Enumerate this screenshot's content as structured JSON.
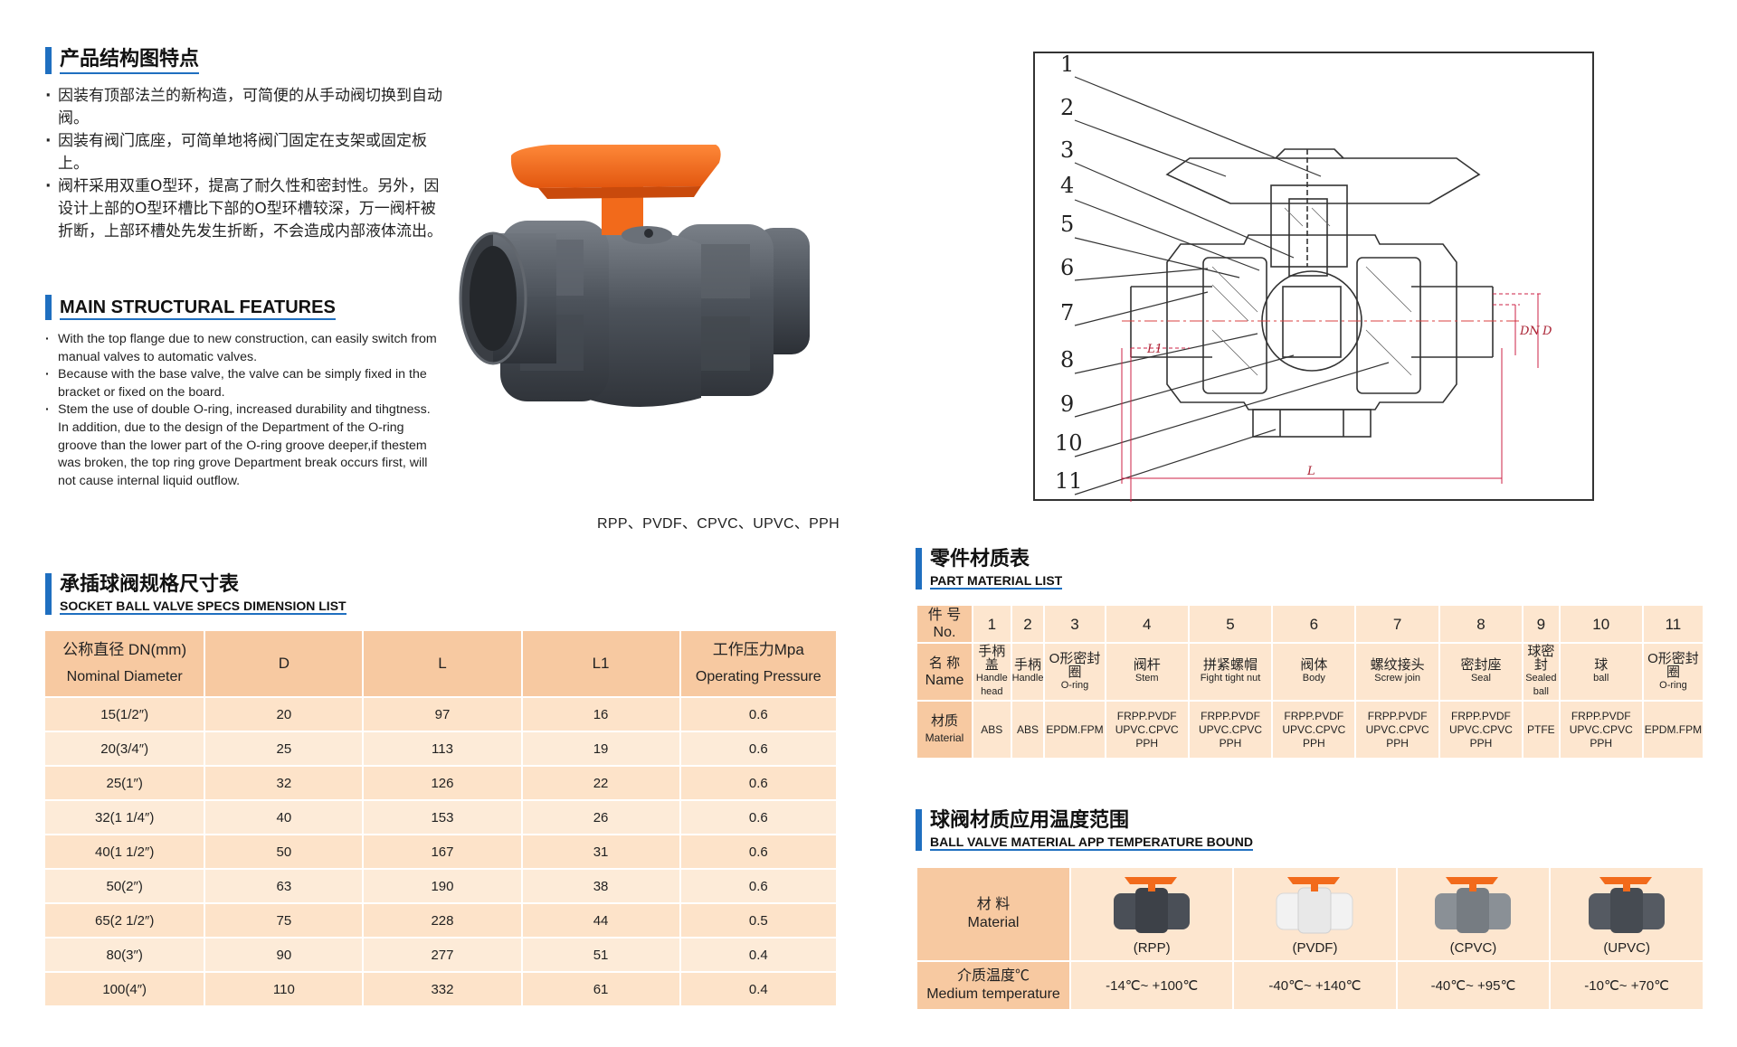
{
  "features": {
    "zh_title": "产品结构图特点",
    "zh_items": [
      "因装有顶部法兰的新构造，可简便的从手动阀切换到自动阀。",
      "因装有阀门底座，可简单地将阀门固定在支架或固定板上。",
      "阀杆采用双重O型环，提高了耐久性和密封性。另外，因设计上部的O型环槽比下部的O型环槽较深，万一阀杆被折断，上部环槽处先发生折断，不会造成内部液体流出。"
    ],
    "en_title": "MAIN STRUCTURAL FEATURES",
    "en_items": [
      "With the top flange due to new construction, can easily switch from manual valves to automatic valves.",
      "Because with the base valve, the valve can be simply fixed in the bracket or fixed on the board.",
      "Stem the use of double O-ring, increased durability and tihgtness. In addition, due to the design of the Department of the O-ring groove than the lower part of the O-ring groove deeper,if thestem was broken, the top ring grove Department break occurs first, will not cause internal liquid outflow."
    ]
  },
  "product_caption": "RPP、PVDF、CPVC、UPVC、PPH",
  "diagram": {
    "callouts": [
      "1",
      "2",
      "3",
      "4",
      "5",
      "6",
      "7",
      "8",
      "9",
      "10",
      "11"
    ],
    "dim_labels": [
      "L1",
      "DN",
      "D",
      "L"
    ]
  },
  "specs": {
    "zh_title": "承插球阀规格尺寸表",
    "en_title": "SOCKET BALL VALVE SPECS DIMENSION LIST",
    "headers": {
      "dn_zh": "公称直径 DN(mm)",
      "dn_en": "Nominal Diameter",
      "d": "D",
      "l": "L",
      "l1": "L1",
      "p_zh": "工作压力Mpa",
      "p_en": "Operating Pressure"
    },
    "rows": [
      [
        "15(1/2″)",
        "20",
        "97",
        "16",
        "0.6"
      ],
      [
        "20(3/4″)",
        "25",
        "113",
        "19",
        "0.6"
      ],
      [
        "25(1″)",
        "32",
        "126",
        "22",
        "0.6"
      ],
      [
        "32(1 1/4″)",
        "40",
        "153",
        "26",
        "0.6"
      ],
      [
        "40(1 1/2″)",
        "50",
        "167",
        "31",
        "0.6"
      ],
      [
        "50(2″)",
        "63",
        "190",
        "38",
        "0.6"
      ],
      [
        "65(2 1/2″)",
        "75",
        "228",
        "44",
        "0.5"
      ],
      [
        "80(3″)",
        "90",
        "277",
        "51",
        "0.4"
      ],
      [
        "100(4″)",
        "110",
        "332",
        "61",
        "0.4"
      ]
    ]
  },
  "parts": {
    "zh_title": "零件材质表",
    "en_title": "PART MATERIAL LIST",
    "no_label": "件 号 No.",
    "name_label_zh": "名 称",
    "name_label_en": "Name",
    "mat_label_zh": "材质",
    "mat_label_en": "Material",
    "numbers": [
      "1",
      "2",
      "3",
      "4",
      "5",
      "6",
      "7",
      "8",
      "9",
      "10",
      "11"
    ],
    "names_zh": [
      "手柄盖",
      "手柄",
      "O形密封圈",
      "阀杆",
      "拼紧螺帽",
      "阀体",
      "螺纹接头",
      "密封座",
      "球密封",
      "球",
      "O形密封圈"
    ],
    "names_en": [
      "Handle head",
      "Handle",
      "O-ring",
      "Stem",
      "Fight tight nut",
      "Body",
      "Screw join",
      "Seal",
      "Sealed ball",
      "ball",
      "O-ring"
    ],
    "materials": [
      "ABS",
      "ABS",
      "EPDM.FPM",
      "FRPP.PVDF UPVC.CPVC PPH",
      "FRPP.PVDF UPVC.CPVC PPH",
      "FRPP.PVDF UPVC.CPVC PPH",
      "FRPP.PVDF UPVC.CPVC PPH",
      "FRPP.PVDF UPVC.CPVC PPH",
      "PTFE",
      "FRPP.PVDF UPVC.CPVC PPH",
      "EPDM.FPM"
    ]
  },
  "temperature": {
    "zh_title": "球阀材质应用温度范围",
    "en_title": "BALL VALVE MATERIAL APP TEMPERATURE BOUND",
    "mat_label_zh": "材 料",
    "mat_label_en": "Material",
    "temp_label_zh": "介质温度℃",
    "temp_label_en": "Medium temperature",
    "materials": [
      {
        "label": "(RPP)",
        "range": "-14℃~ +100℃",
        "body_color": "#4a4f57"
      },
      {
        "label": "(PVDF)",
        "range": "-40℃~ +140℃",
        "body_color": "#f2f2f2"
      },
      {
        "label": "(CPVC)",
        "range": "-40℃~ +95℃",
        "body_color": "#8a9096"
      },
      {
        "label": "(UPVC)",
        "range": "-10℃~ +70℃",
        "body_color": "#555a62"
      }
    ]
  },
  "colors": {
    "accent_blue": "#1f6fc0",
    "header_peach": "#f7c9a1",
    "cell_peach": "#fde6cf",
    "handle_orange": "#f26a1b"
  }
}
